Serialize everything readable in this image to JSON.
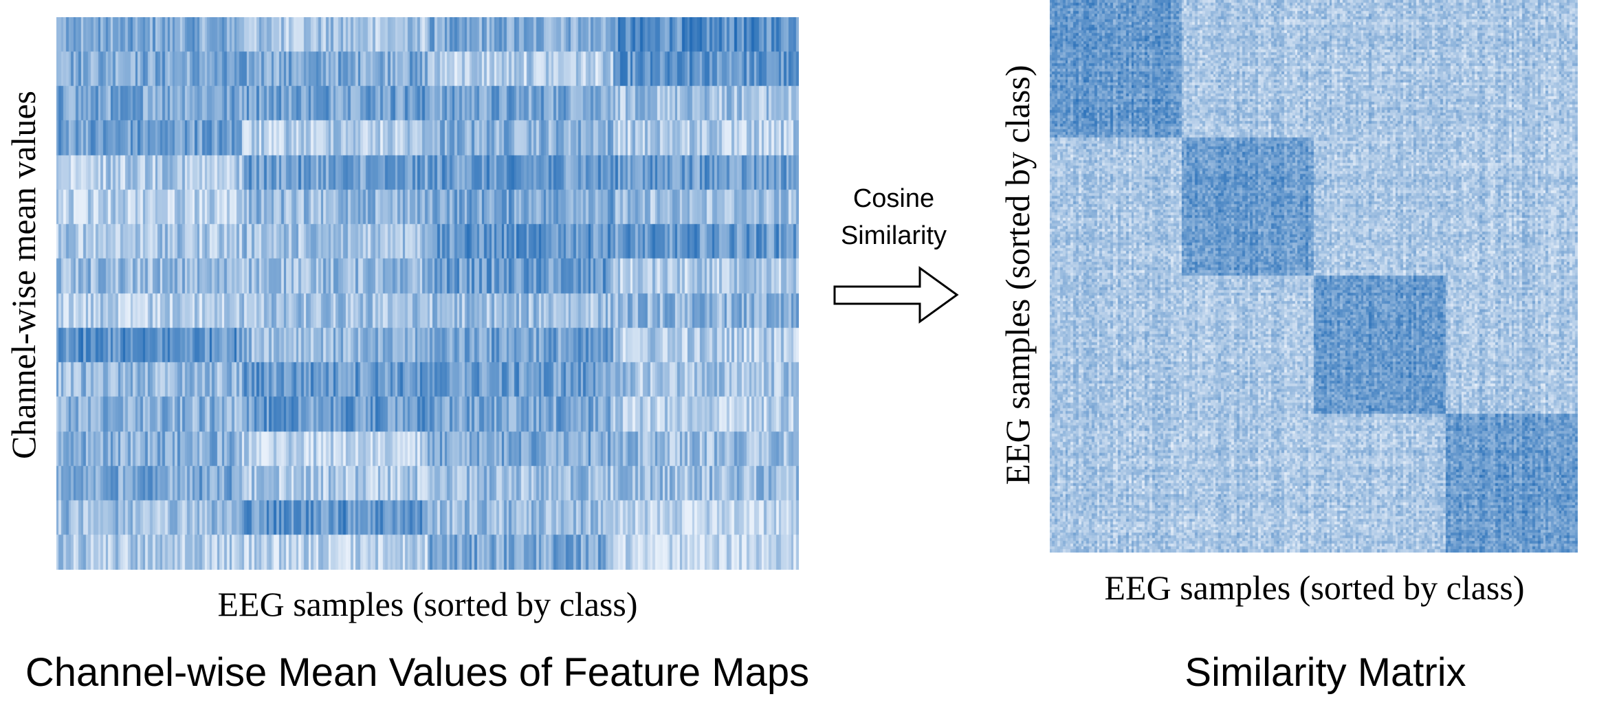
{
  "left_panel": {
    "title": "Channel-wise Mean Values of Feature Maps",
    "xlabel": "EEG samples (sorted by class)",
    "ylabel": "Channel-wise mean values",
    "rows": 16,
    "columns": 300,
    "class_count": 4
  },
  "right_panel": {
    "title": "Similarity Matrix",
    "xlabel": "EEG samples (sorted by class)",
    "ylabel": "EEG samples (sorted by class)",
    "blocks": 4
  },
  "arrow": {
    "line1": "Cosine",
    "line2": "Similarity"
  },
  "colors": {
    "dark_blue": "#1c67b4",
    "light_blue": "#e8f0fa",
    "arrow_stroke": "#000000"
  }
}
